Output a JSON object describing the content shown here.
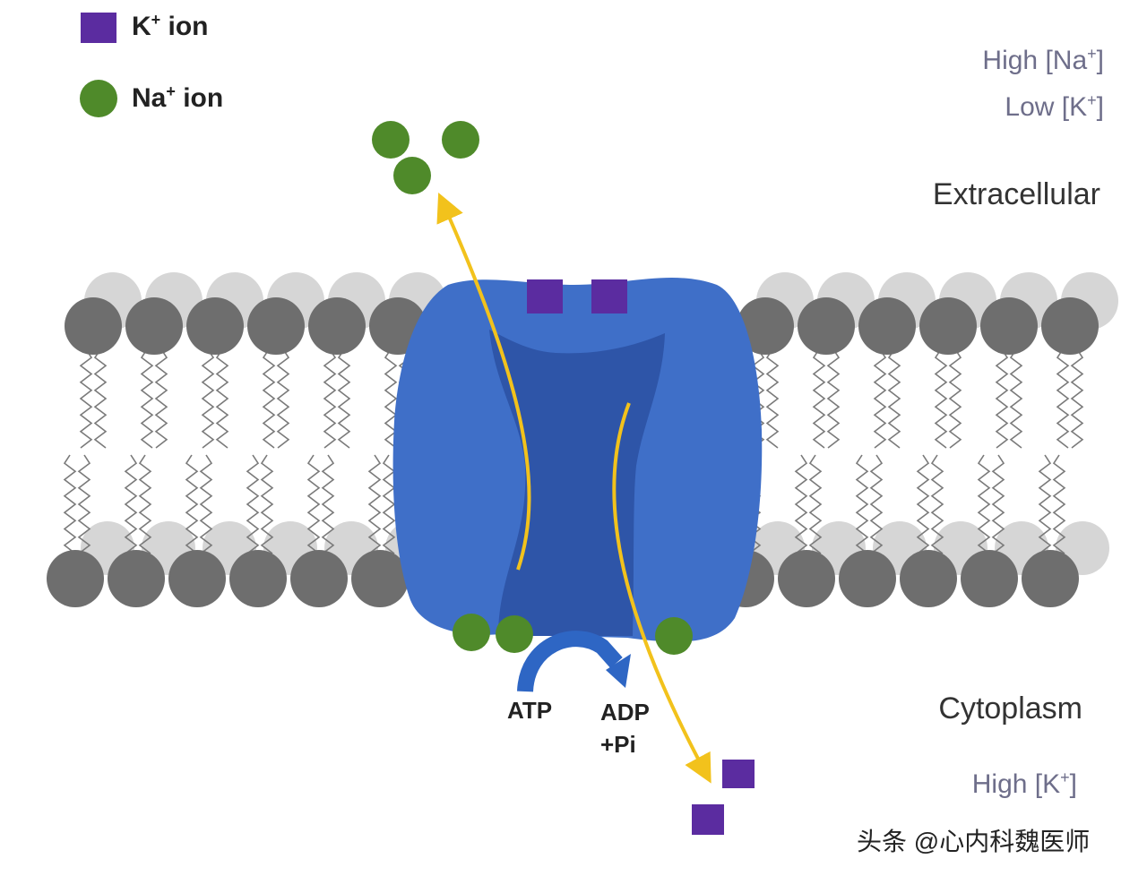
{
  "legend": {
    "k_ion": {
      "base": "K",
      "sup": "+",
      "suffix": " ion"
    },
    "na_ion": {
      "base": "Na",
      "sup": "+",
      "suffix": " ion"
    }
  },
  "extracellular": {
    "label": "Extracellular",
    "high": {
      "prefix": "High [Na",
      "sup": "+",
      "suffix": "]"
    },
    "low": {
      "prefix": "Low [K",
      "sup": "+",
      "suffix": "]"
    }
  },
  "cytoplasm": {
    "label": "Cytoplasm",
    "high": {
      "prefix": "High [K",
      "sup": "+",
      "suffix": "]"
    }
  },
  "energy": {
    "atp": "ATP",
    "adp_line1": "ADP",
    "adp_line2": "+Pi"
  },
  "watermark": "头条 @心内科魏医师",
  "colors": {
    "k_ion": "#5b2ca0",
    "na_ion": "#4f8a2a",
    "pump_outer": "#3f6fc8",
    "pump_channel": "#2e55a8",
    "lipid_head": "#6e6e6e",
    "lipid_head_back": "#d6d6d6",
    "arrow": "#f2c21c"
  }
}
